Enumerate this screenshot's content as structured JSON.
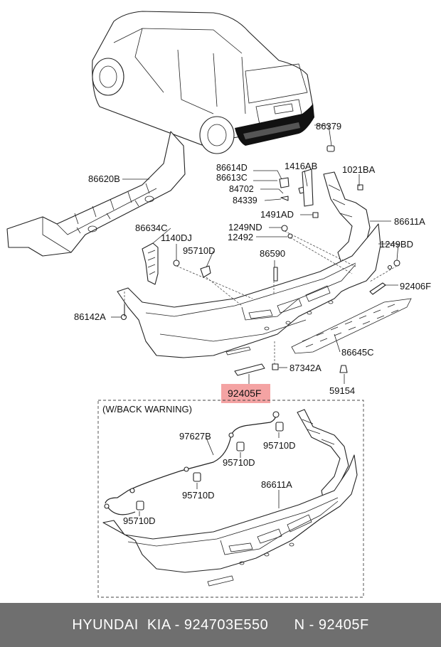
{
  "labels": {
    "p86379": "86379",
    "p86620B": "86620B",
    "p86614D": "86614D",
    "p86613C": "86613C",
    "p1416AB": "1416AB",
    "p1021BA": "1021BA",
    "p84702": "84702",
    "p84339": "84339",
    "p1491AD": "1491AD",
    "p86611A": "86611A",
    "p86634C": "86634C",
    "p1140DJ": "1140DJ",
    "p1249ND": "1249ND",
    "p12492": "12492",
    "p95710D_top": "95710D",
    "p86590": "86590",
    "p1249BD": "1249BD",
    "p92406F": "92406F",
    "p86142A": "86142A",
    "p86645C": "86645C",
    "p87342A": "87342A",
    "p92405F": "92405F",
    "p59154": "59154"
  },
  "inset": {
    "title": "(W/BACK WARNING)",
    "p97627B": "97627B",
    "p95710D_a": "95710D",
    "p95710D_b": "95710D",
    "p95710D_c": "95710D",
    "p95710D_d": "95710D",
    "p86611A": "86611A"
  },
  "highlight_color": "#f4a3a3",
  "footer": {
    "text": "HYUNDAI  KIA - 924703E550      N - 92405F"
  }
}
